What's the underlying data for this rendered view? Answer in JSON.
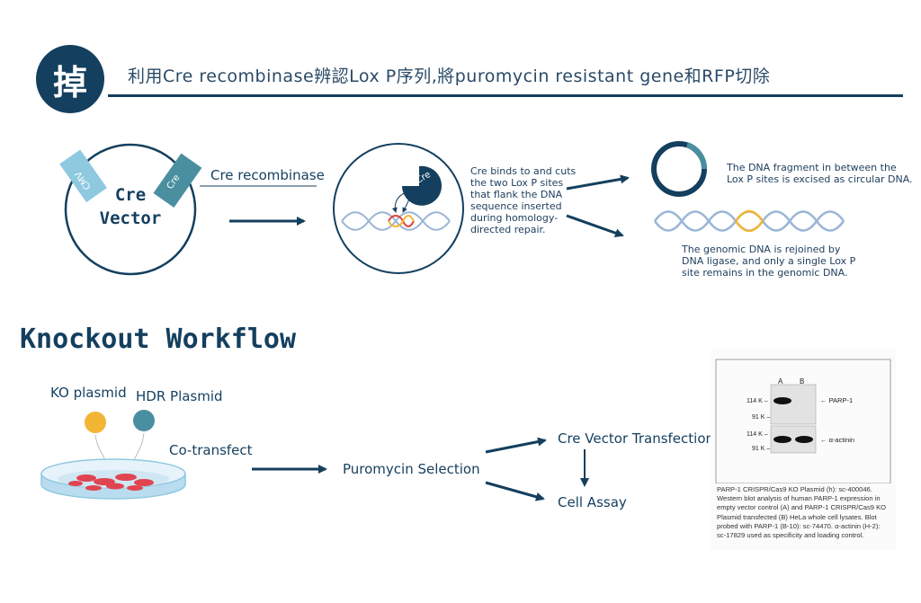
{
  "header": {
    "badge": "掉",
    "title": "利用Cre recombinase辨認Lox P序列,將puromycin resistant gene和RFP切除"
  },
  "cre_vector": {
    "label_line1": "Cre",
    "label_line2": "Vector",
    "segment_cmv": "CMV",
    "segment_cre": "Cre"
  },
  "cre_recombinase_label": "Cre recombinase",
  "mechanism": {
    "enzyme_label": "Cre",
    "description": [
      "Cre binds to and cuts",
      "the two Lox P sites",
      "that flank the DNA",
      "sequence inserted",
      "during homology-",
      "directed repair."
    ]
  },
  "outcomes": {
    "circular_text": [
      "The DNA fragment in between the",
      "Lox P sites is excised as circular DNA."
    ],
    "genomic_text": [
      "The genomic DNA is rejoined by",
      "DNA ligase, and only a single Lox P",
      "site remains in the genomic DNA."
    ]
  },
  "workflow": {
    "title": "Knockout Workflow",
    "ko_plasmid": "KO plasmid",
    "hdr_plasmid": "HDR Plasmid",
    "cotransfect": "Co-transfect",
    "puromycin": "Puromycin Selection",
    "cre_transfection": "Cre Vector Transfection",
    "cell_assay": "Cell Assay"
  },
  "western_blot": {
    "lane_a": "A",
    "lane_b": "B",
    "marker_114_top": "114 K –",
    "marker_91_top": "91 K –",
    "marker_114_bottom": "114 K –",
    "marker_91_bottom": "91 K –",
    "band_parp": "← PARP-1",
    "band_actinin": "← α-actinin",
    "caption": [
      "PARP-1 CRISPR/Cas9 KO Plasmid (h): sc-400046.",
      "Western blot analysis of human PARP-1 expression in",
      "empty vector control (A) and PARP-1 CRISPR/Cas9 KO",
      "Plasmid transfected (B) HeLa whole cell lysates. Blot",
      "probed with PARP-1 (B-10): sc-74470. α-actinin (H-2):",
      "sc-17829 used as specificity and loading control."
    ]
  },
  "colors": {
    "navy": "#143f5e",
    "teal": "#4a8fa0",
    "light_blue": "#8ec9e0",
    "dna_blue": "#9ab6d6",
    "yellow": "#f3b534",
    "red": "#e0443a",
    "dish_red": "#e04450"
  }
}
